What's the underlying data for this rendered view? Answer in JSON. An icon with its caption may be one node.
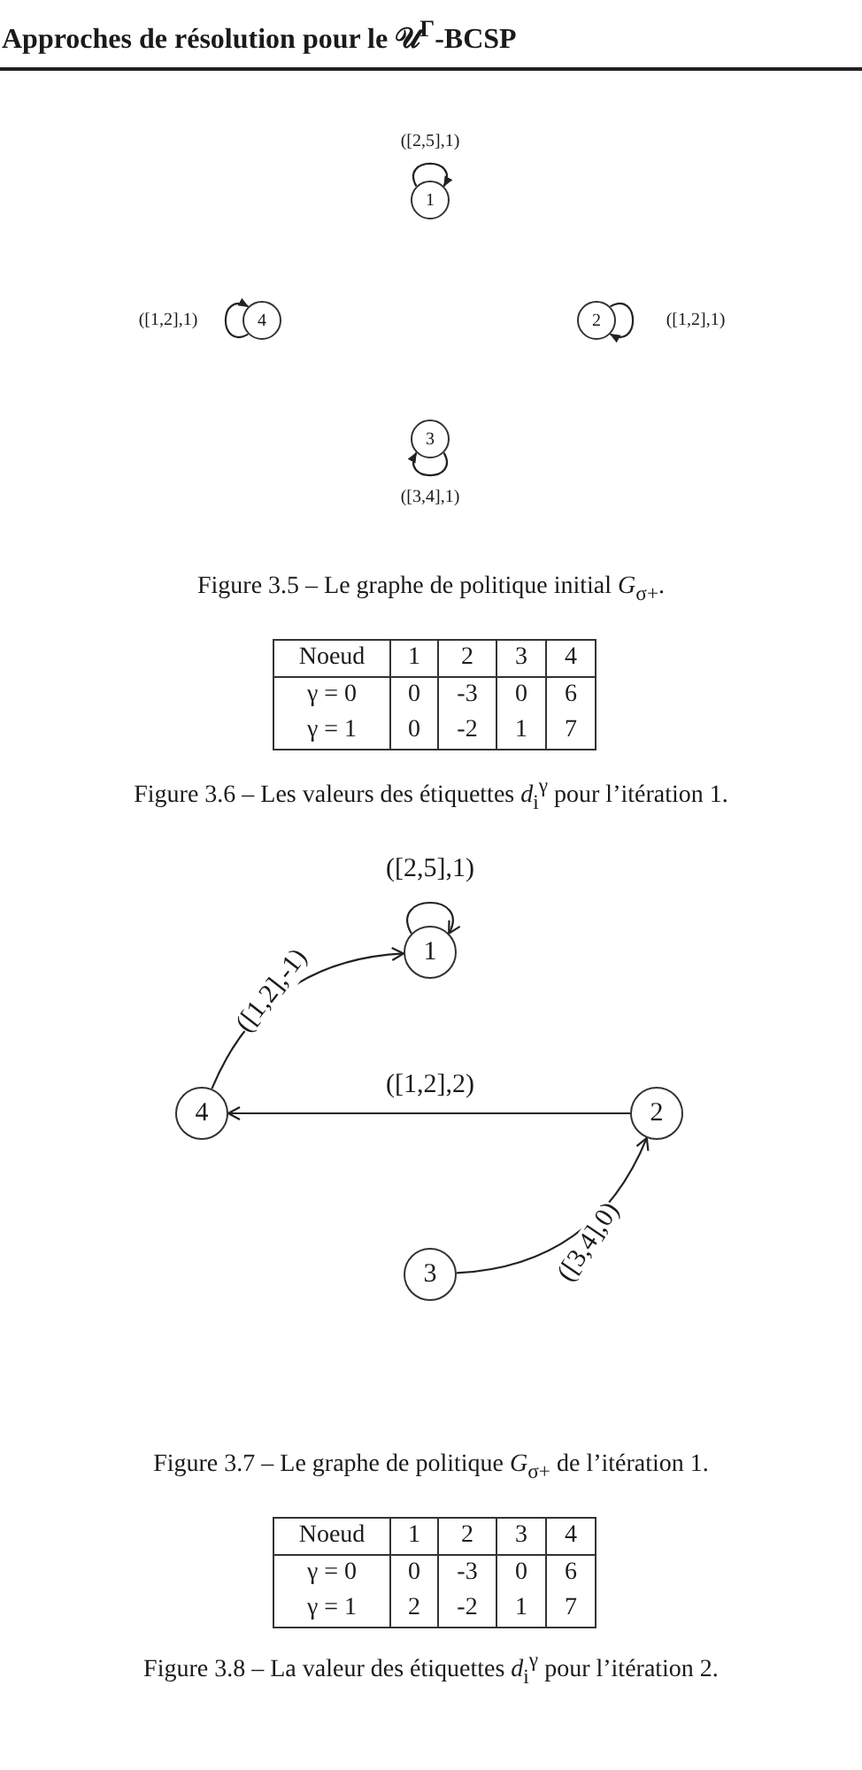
{
  "diagram": {
    "title": "Approches de résolution pour le 𝒰$^{Γ}$-BCSP",
    "nodes": [
      {
        "text": [
          "1"
        ]
      },
      {
        "text": [
          "4"
        ]
      },
      {
        "text": [
          "2"
        ]
      },
      {
        "text": [
          "3"
        ]
      },
      {
        "text": [
          "1"
        ]
      },
      {
        "text": [
          "4"
        ]
      },
      {
        "text": [
          "2"
        ]
      },
      {
        "text": [
          "3"
        ]
      }
    ],
    "edges": [
      {
        "from": 0,
        "to": 0,
        "arrow": "to",
        "label": "([2,5],1)"
      },
      {
        "from": 1,
        "to": 1,
        "arrow": "to",
        "label": "([1,2],1)"
      },
      {
        "from": 2,
        "to": 2,
        "arrow": "to",
        "label": "([1,2],1)"
      },
      {
        "from": 3,
        "to": 3,
        "arrow": "to",
        "label": "([3,4],1)"
      },
      {
        "from": 4,
        "to": 4,
        "arrow": "to",
        "label": "([2,5],1)"
      },
      {
        "from": 5,
        "to": 4,
        "arrow": "to",
        "label": "([1,2],-1)"
      },
      {
        "from": 6,
        "to": 5,
        "arrow": "to",
        "label": "([1,2],2)"
      },
      {
        "from": 7,
        "to": 6,
        "arrow": "to",
        "label": "([3,4],0)"
      }
    ],
    "labels": [
      "Figure 3.5 – Le graphe de politique initial *G*$_{σ+}$.",
      "Noeud",
      "1",
      "2",
      "3",
      "4",
      "γ = 0",
      "0",
      "-3",
      "0",
      "6",
      "γ = 1",
      "0",
      "-2",
      "1",
      "7",
      "Figure 3.6 – Les valeurs des étiquettes *d*$_{i}$$^{γ}$ pour l’itération 1.",
      "Figure 3.7 – Le graphe de politique *G*$_{σ+}$ de l’itération 1.",
      "Noeud",
      "1",
      "2",
      "3",
      "4",
      "γ = 0",
      "0",
      "-3",
      "0",
      "6",
      "γ = 1",
      "2",
      "-2",
      "1",
      "7",
      "Figure 3.8 – La valeur des étiquettes *d*$_{i}$$^{γ}$ pour l’itération 2."
    ]
  }
}
